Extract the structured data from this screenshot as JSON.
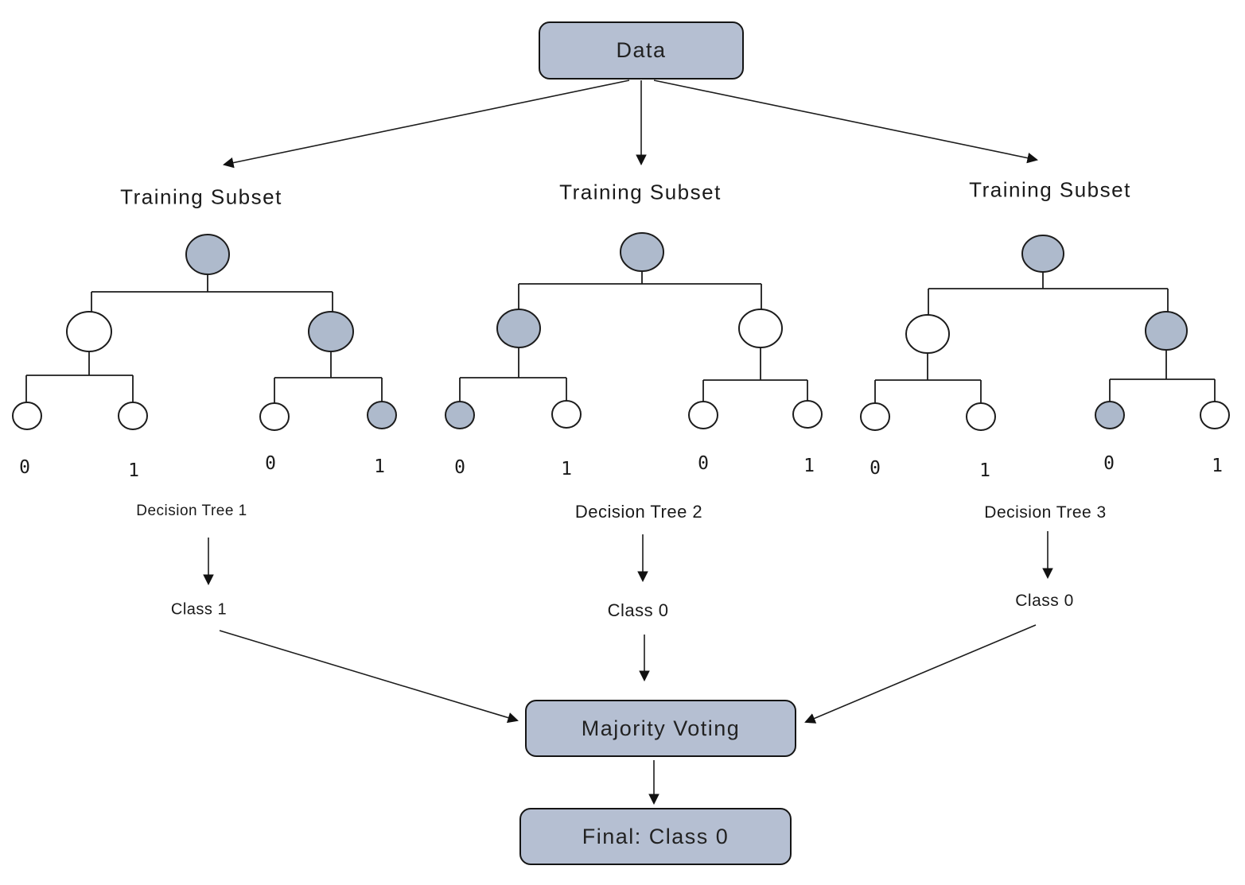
{
  "colors": {
    "node_fill": "#aebacc",
    "box_fill": "#b5bfd2",
    "line": "#1c1c1c"
  },
  "data_box": {
    "label": "Data"
  },
  "majority_box": {
    "label": "Majority Voting"
  },
  "final_box": {
    "label": "Final: Class 0"
  },
  "trees": [
    {
      "training_label": "Training Subset",
      "tree_label": "Decision Tree 1",
      "class_label": "Class 1",
      "leaf_labels": [
        "0",
        "1",
        "0",
        "1"
      ],
      "nodes": {
        "root": "filled",
        "left": "white",
        "right": "filled",
        "leaves": [
          "white",
          "white",
          "white",
          "filled"
        ]
      }
    },
    {
      "training_label": "Training Subset",
      "tree_label": "Decision Tree 2",
      "class_label": "Class 0",
      "leaf_labels": [
        "0",
        "1",
        "0",
        "1"
      ],
      "nodes": {
        "root": "filled",
        "left": "filled",
        "right": "white",
        "leaves": [
          "filled",
          "white",
          "white",
          "white"
        ]
      }
    },
    {
      "training_label": "Training Subset",
      "tree_label": "Decision Tree 3",
      "class_label": "Class 0",
      "leaf_labels": [
        "0",
        "1",
        "0",
        "1"
      ],
      "nodes": {
        "root": "filled",
        "left": "white",
        "right": "filled",
        "leaves": [
          "white",
          "white",
          "filled",
          "white"
        ]
      }
    }
  ]
}
